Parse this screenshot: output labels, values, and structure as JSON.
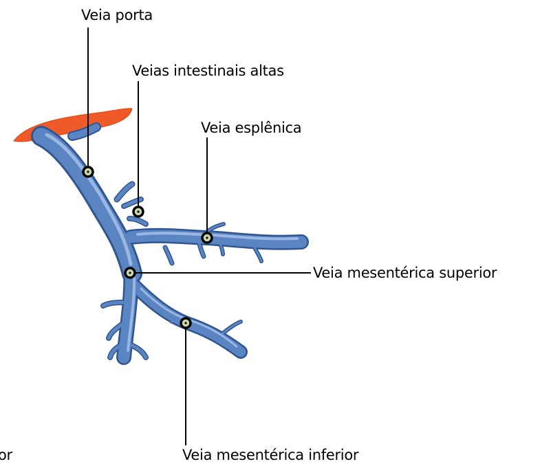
{
  "labels": {
    "portal_vein": "Veia porta",
    "upper_intestinal_veins": "Veias intestinais altas",
    "splenic_vein": "Veia esplênica",
    "superior_mesenteric_vein": "Veia mesentérica superior",
    "inferior_mesenteric_vein": "Veia mesentérica inferior",
    "left_edge_fragment": "or"
  },
  "colors": {
    "vein_fill": "#5b84c2",
    "vein_shadow": "#2f5690",
    "vein_highlight": "#a9c4ea",
    "liver": "#f05a28",
    "leader_line": "#000000",
    "marker_fill": "#c9d8a8"
  }
}
